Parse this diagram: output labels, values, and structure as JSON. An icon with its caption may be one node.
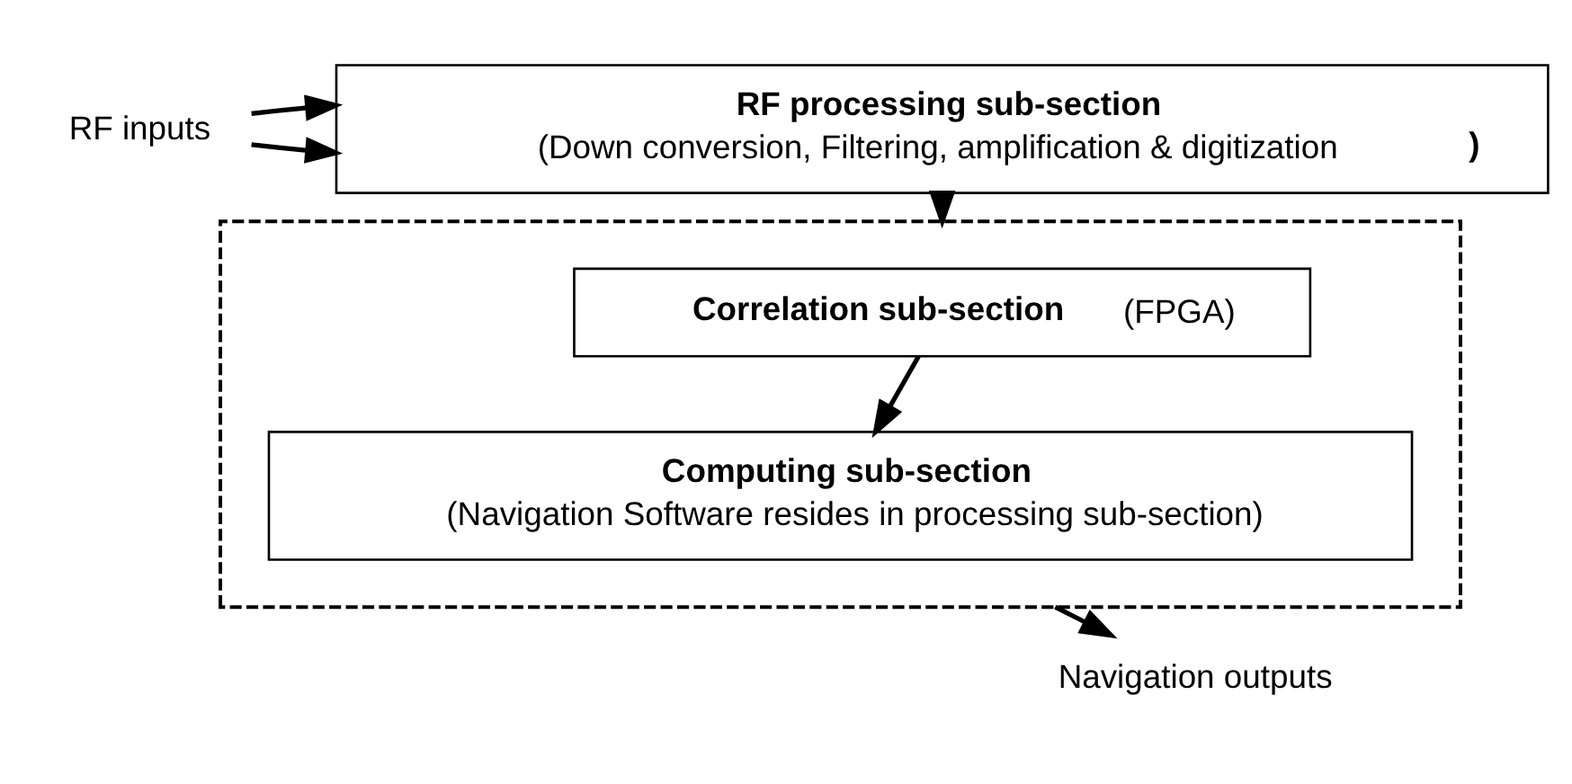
{
  "diagram": {
    "nodes": [
      {
        "text": [
          "RF inputs"
        ]
      },
      {
        "text": [
          "RF processing sub-section",
          "(Down conversion, Filtering, amplification & digitization**)**"
        ]
      },
      {
        "text": [],
        "shape": "box"
      },
      {
        "text": [
          "**Correlation sub-section** (FPGA)"
        ],
        "in": 2
      },
      {
        "text": [
          "Computing sub-section",
          "(Navigation Software resides in processing sub-section)"
        ],
        "in": 2
      },
      {
        "text": [
          "Navigation outputs"
        ]
      }
    ],
    "edges": [
      {
        "from": 0,
        "to": 1,
        "arrow": "to"
      },
      {
        "from": 0,
        "to": 1,
        "arrow": "to"
      },
      {
        "from": 1,
        "to": 2,
        "arrow": "to"
      },
      {
        "from": 3,
        "to": 4,
        "arrow": "to"
      },
      {
        "from": 2,
        "to": 5,
        "arrow": "to"
      }
    ]
  }
}
